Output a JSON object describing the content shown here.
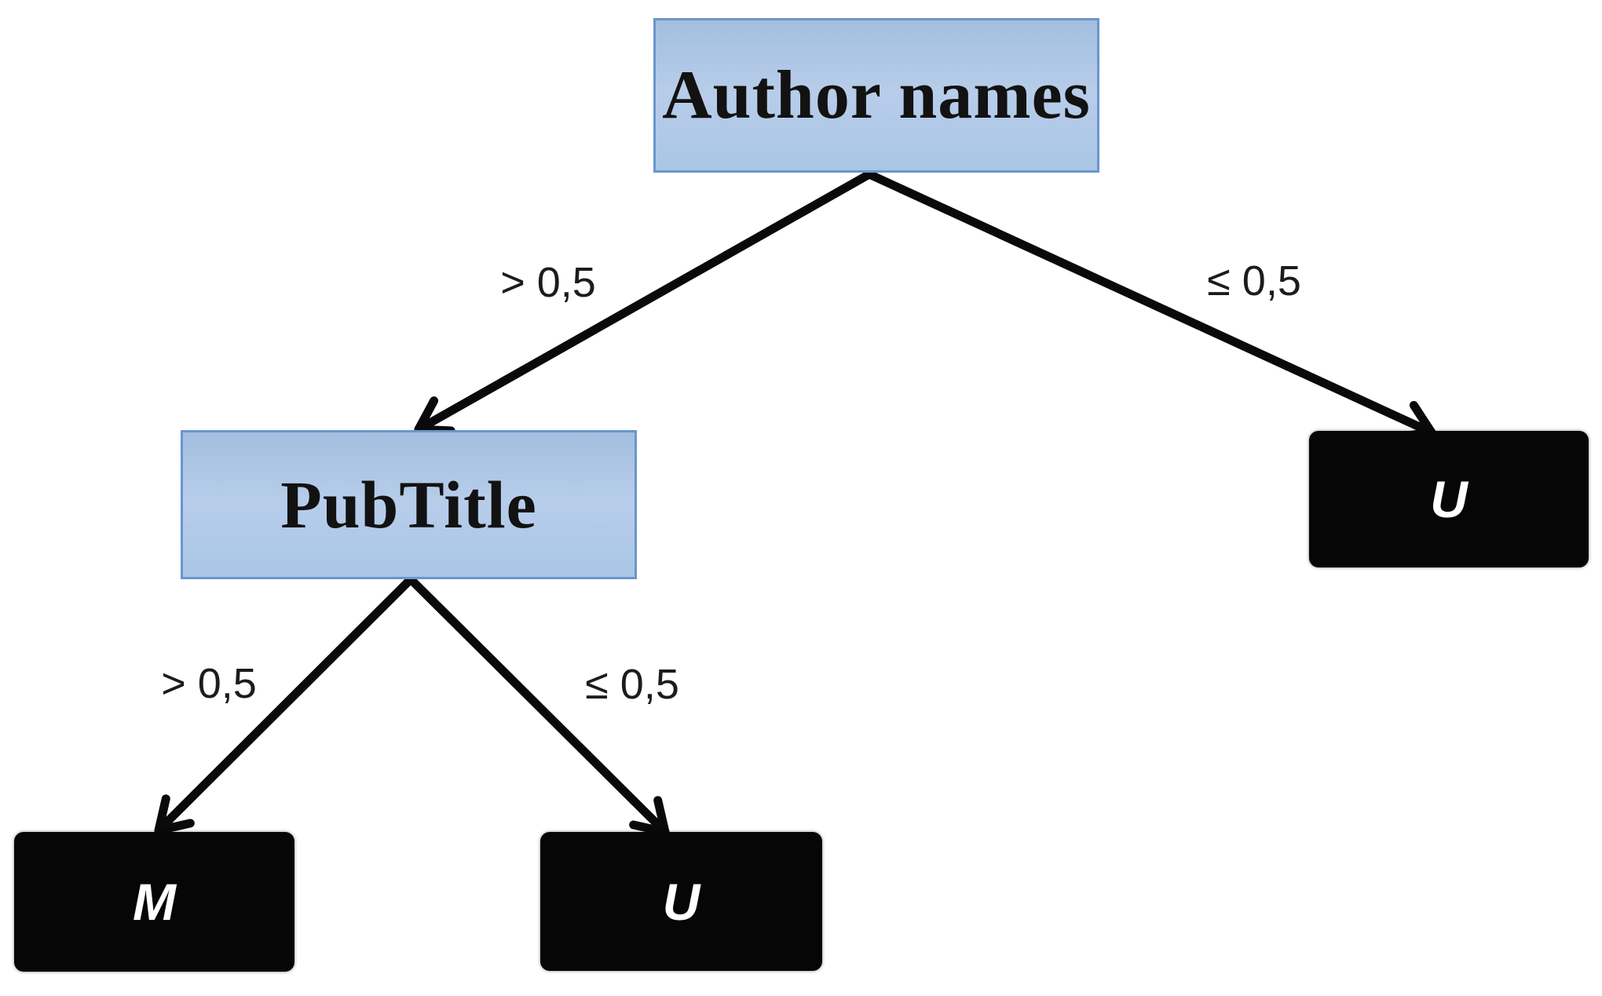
{
  "diagram": {
    "type": "decision-tree",
    "nodes": {
      "root": {
        "label": "Author names",
        "kind": "decision"
      },
      "pubtitle": {
        "label": "PubTitle",
        "kind": "decision"
      },
      "leaf_m": {
        "label": "M",
        "kind": "leaf"
      },
      "leaf_u_mid": {
        "label": "U",
        "kind": "leaf"
      },
      "leaf_u_right": {
        "label": "U",
        "kind": "leaf"
      }
    },
    "edges": [
      {
        "from": "root",
        "to": "pubtitle",
        "label": "> 0,5"
      },
      {
        "from": "root",
        "to": "leaf_u_right",
        "label": "≤ 0,5"
      },
      {
        "from": "pubtitle",
        "to": "leaf_m",
        "label": "> 0,5"
      },
      {
        "from": "pubtitle",
        "to": "leaf_u_mid",
        "label": "≤ 0,5"
      }
    ],
    "colors": {
      "node_fill": "#aac6e6",
      "node_border": "#6b96cb",
      "leaf_fill": "#060606",
      "leaf_text": "#ffffff",
      "edge_color": "#0a0a0a"
    }
  }
}
